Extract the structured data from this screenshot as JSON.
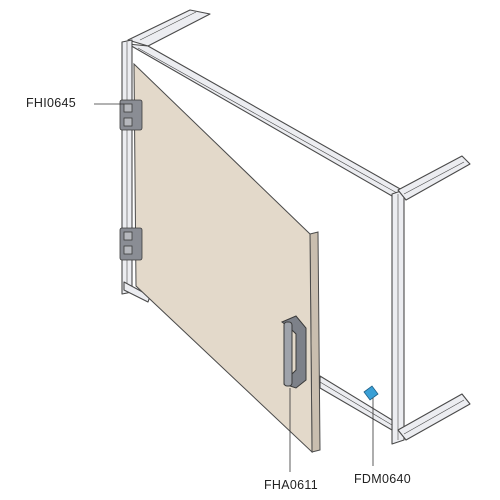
{
  "callouts": {
    "hinge": "FHI0645",
    "handle": "FHA0611",
    "magnet": "FDM0640"
  },
  "colors": {
    "profile": "#ecedf1",
    "profile_edge": "#4a4a4a",
    "panel_face": "#e3d9ca",
    "panel_edge": "#c9beaf",
    "handle": "#7d8189",
    "hinge": "#8a8d94",
    "magnet": "#3aa0d6"
  }
}
